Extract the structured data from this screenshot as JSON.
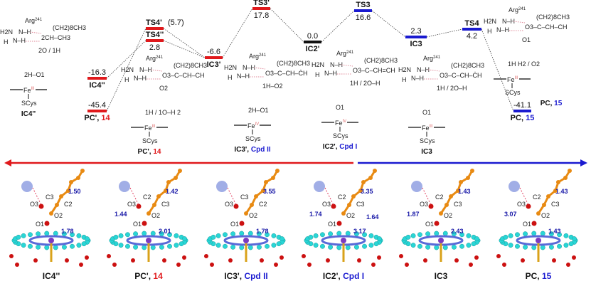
{
  "colors": {
    "red": "#e0191c",
    "blue": "#1a1ad0",
    "black": "#111111",
    "cyan": "#29d6d6",
    "orange": "#e88a12",
    "purple": "#8a4fd8",
    "green": "#2a9a2a",
    "feox": "#e07070"
  },
  "levels": [
    {
      "id": "IC4pp",
      "name": "IC4''",
      "energy": "-16.3",
      "path": "red"
    },
    {
      "id": "PCp",
      "name": "PC', ",
      "num": "14",
      "energy": "-45.4",
      "path": "red"
    },
    {
      "id": "TS4p",
      "name": "TS4'",
      "energy": "(5.7)",
      "path": "red"
    },
    {
      "id": "TS4pp",
      "name": "TS4''",
      "energy": "2.8",
      "path": "red"
    },
    {
      "id": "IC3p",
      "name": "IC3'",
      "energy": "-6.6",
      "path": "red"
    },
    {
      "id": "TS3p",
      "name": "TS3'",
      "energy": "17.8",
      "path": "red"
    },
    {
      "id": "IC2p",
      "name": "IC2'",
      "energy": "0.0",
      "path": "black"
    },
    {
      "id": "TS3",
      "name": "TS3",
      "energy": "16.6",
      "path": "blue"
    },
    {
      "id": "IC3",
      "name": "IC3",
      "energy": "2.3",
      "path": "blue"
    },
    {
      "id": "TS4",
      "name": "TS4",
      "energy": "4.2",
      "path": "blue"
    },
    {
      "id": "PC",
      "name": "PC, ",
      "num": "15",
      "energy": "-41.1",
      "path": "blue"
    }
  ],
  "common": {
    "arg": "Arg",
    "arg_sup": "241",
    "h2n": "H2N",
    "nh": "N–H",
    "h": "H",
    "fe": "Fe",
    "scys": "SCys",
    "chain": "(CH2)8CH3"
  },
  "structures": [
    {
      "name": "IC4''",
      "tag": "",
      "tagcolor": "black",
      "fe_ox": "III",
      "core": "2CH–CH3",
      "o_top": "2H–O1",
      "oh": "2O / 1H"
    },
    {
      "name": "PC', ",
      "tag": "14",
      "tagcolor": "red",
      "fe_ox": "III",
      "core": "O3–C–CH–CH",
      "o_top": "1H / 1O–H 2",
      "oh": "O2"
    },
    {
      "name": "IC3', ",
      "tag": "Cpd II",
      "tagcolor": "blue",
      "fe_ox": "IV",
      "core": "O3–C–CH–ĊH",
      "o_top": "2H–O1",
      "oh": "1H–O2"
    },
    {
      "name": "IC2', ",
      "tag": "Cpd I",
      "tagcolor": "blue",
      "fe_ox": "IV",
      "core": "O3–C–CH=CH",
      "o_top": "O1",
      "oh": "1H / 2O–H"
    },
    {
      "name": "IC3",
      "tag": "",
      "tagcolor": "black",
      "fe_ox": "III",
      "core": "O3–C–CH–ĊH",
      "o_top": "O1",
      "oh": "1H / 2O–H"
    },
    {
      "name": "PC, ",
      "tag": "15",
      "tagcolor": "blue",
      "fe_ox": "III",
      "core": "O3–C–CH–CH",
      "o_top": "1H H2 / O2",
      "oh": "O1"
    }
  ],
  "panels": [
    {
      "name": "IC4''",
      "tag": "",
      "tagcolor": "black",
      "distances": [
        "1.50",
        "1.78"
      ],
      "atoms": [
        "O3",
        "C3",
        "C2",
        "O2",
        "O1"
      ]
    },
    {
      "name": "PC', ",
      "tag": "14",
      "tagcolor": "red",
      "distances": [
        "1.42",
        "2.01",
        "1.44"
      ],
      "atoms": [
        "O3",
        "C2",
        "C3",
        "O2",
        "O1"
      ]
    },
    {
      "name": "IC3', ",
      "tag": "Cpd II",
      "tagcolor": "blue",
      "distances": [
        "3.55",
        "1.78"
      ],
      "atoms": [
        "O3",
        "C3",
        "C2",
        "O2",
        "O1"
      ]
    },
    {
      "name": "IC2', ",
      "tag": "Cpd I",
      "tagcolor": "blue",
      "distances": [
        "3.35",
        "3.17",
        "1.74",
        "1.64"
      ],
      "atoms": [
        "O3",
        "C2",
        "C3",
        "O2",
        "O1"
      ]
    },
    {
      "name": "IC3",
      "tag": "",
      "tagcolor": "black",
      "distances": [
        "1.43",
        "2.43",
        "1.87"
      ],
      "atoms": [
        "O3",
        "C2",
        "C3",
        "O2",
        "O1"
      ]
    },
    {
      "name": "PC, ",
      "tag": "15",
      "tagcolor": "blue",
      "distances": [
        "1.43",
        "1.43",
        "3.07"
      ],
      "atoms": [
        "O3",
        "C2",
        "C3",
        "O2",
        "O1"
      ]
    }
  ]
}
